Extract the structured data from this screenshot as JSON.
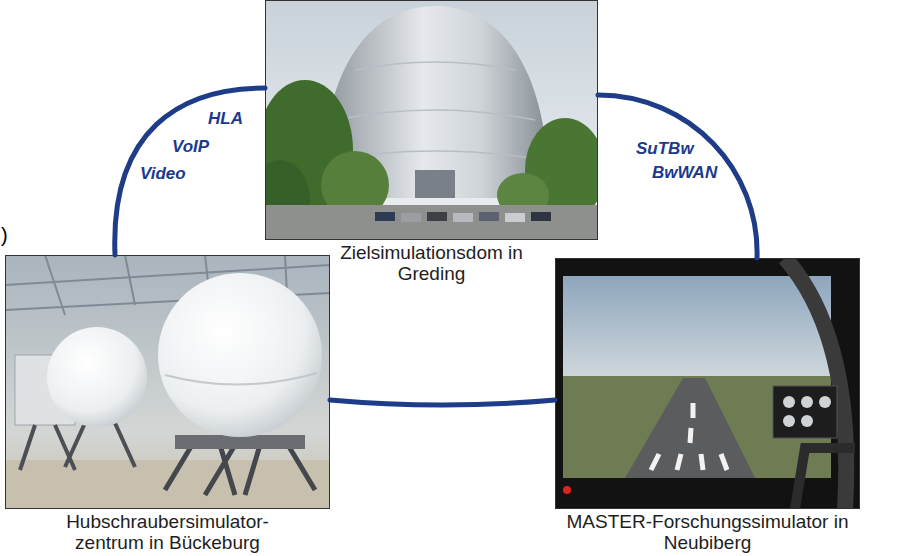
{
  "diagram": {
    "nodes": [
      {
        "text": [
          "Zielsimulationsdom in Greding"
        ]
      },
      {
        "text": [
          "Hubschraubersimulator- zentrum in Bückeburg"
        ]
      },
      {
        "text": [
          "MASTER-Forschungssimulator in Neubiberg"
        ]
      }
    ],
    "edges": [
      {
        "from": 1,
        "to": 0,
        "arrow": "none"
      },
      {
        "from": 0,
        "to": 2,
        "arrow": "none"
      },
      {
        "from": 1,
        "to": 2,
        "arrow": "none"
      }
    ],
    "labels": [
      ")",
      "HLA",
      "VoIP",
      "Video",
      "SuTBw",
      "BwWAN"
    ]
  }
}
